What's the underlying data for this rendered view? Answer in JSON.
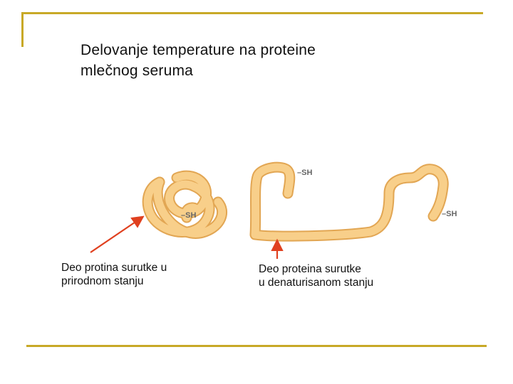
{
  "slide": {
    "title_lines": [
      "Delovanje temperature na proteine",
      "mlečnog seruma"
    ]
  },
  "diagram": {
    "native_protein": {
      "group_label": "–SH",
      "caption_lines": [
        "Deo protina surutke u",
        "prirodnom stanju"
      ]
    },
    "denatured_protein": {
      "group_label_1": "–SH",
      "group_label_2": "–SH",
      "caption_lines": [
        "Deo proteina surutke",
        "u denaturisanom stanju"
      ]
    }
  },
  "colors": {
    "frame_accent": "#c8a927",
    "protein_fill": "#f8cf8a",
    "protein_outline": "#e2a653",
    "arrow": "#e0401f",
    "label_gray": "#666666"
  }
}
